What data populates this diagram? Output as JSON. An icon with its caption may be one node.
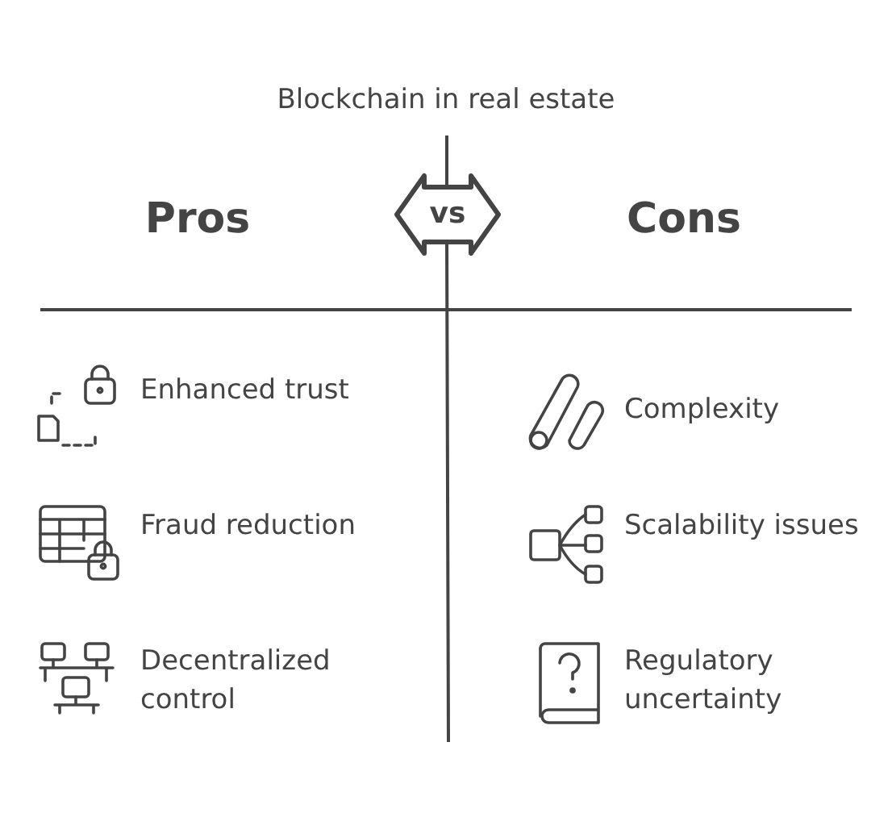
{
  "diagram": {
    "title": "Blockchain in real estate",
    "nodes": [
      {
        "text": [
          "vs"
        ]
      }
    ],
    "labels": [
      "Pros",
      "Cons",
      "Enhanced trust",
      "Complexity",
      "Fraud reduction",
      "Scalability issues",
      "Decentralized control",
      "Regulatory uncertainty"
    ]
  }
}
